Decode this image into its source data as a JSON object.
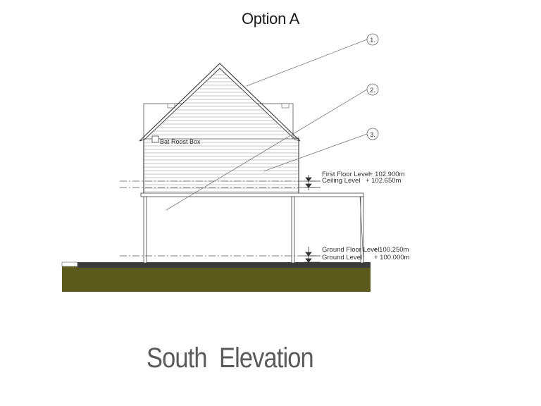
{
  "page": {
    "title": "Option A",
    "caption": "South  Elevation"
  },
  "callouts": [
    {
      "label": "1."
    },
    {
      "label": "2."
    },
    {
      "label": "3."
    }
  ],
  "annotations": {
    "bat_roost_box": "Bat Roost Box"
  },
  "levels": [
    {
      "name": "First Floor Level",
      "value": "+ 102.900m"
    },
    {
      "name": "Ceiling Level",
      "value": "+ 102.650m"
    },
    {
      "name": "Ground Floor Level",
      "value": "+ 100.250m"
    },
    {
      "name": "Ground Level",
      "value": "+ 100.000m"
    }
  ],
  "colors": {
    "ground": "#5a5a1c",
    "line": "#555555",
    "cladding": "#888888"
  }
}
